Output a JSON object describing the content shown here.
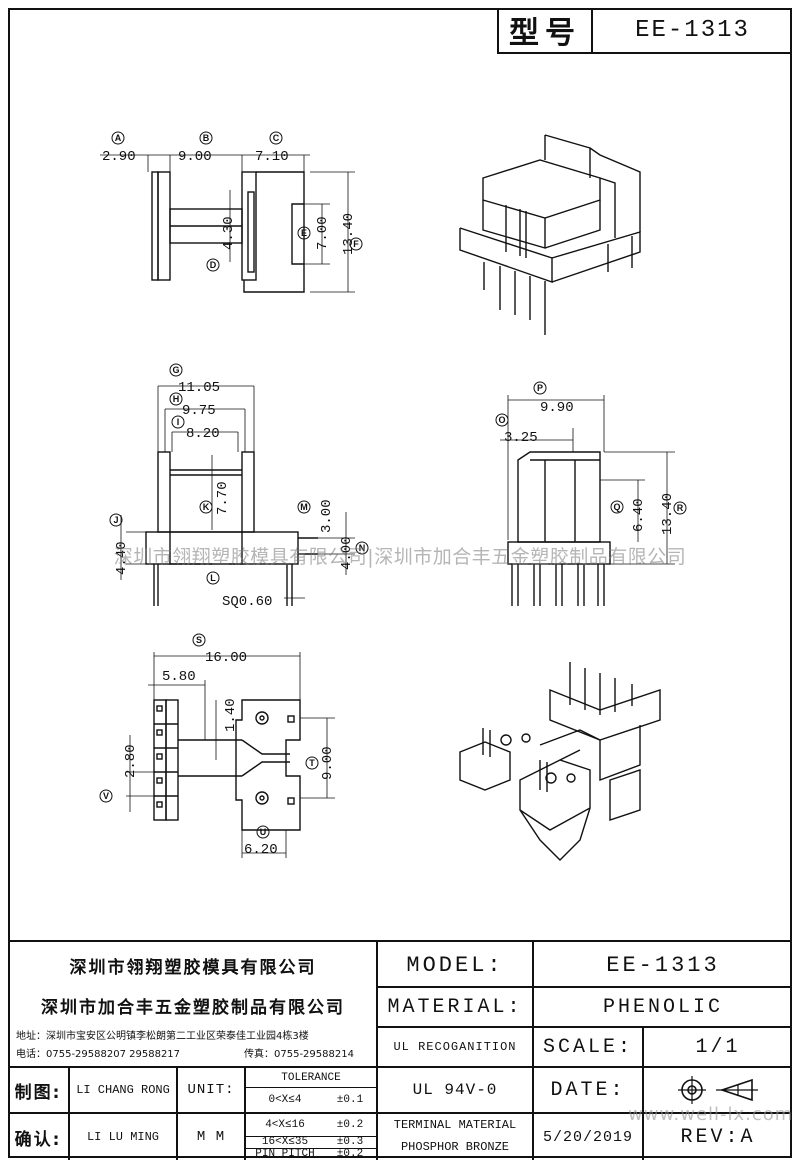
{
  "header": {
    "label": "型号",
    "model": "EE-1313"
  },
  "dimensions": {
    "a": "2.90",
    "b": "9.00",
    "c": "7.10",
    "d_val": "4.30",
    "e_val": "7.00",
    "f_val": "13.40",
    "g": "11.05",
    "h": "9.75",
    "i": "8.20",
    "k_val": "7.70",
    "m_val": "3.00",
    "n_val": "4.00",
    "j_val": "4.40",
    "l_val": "SQ0.60",
    "p": "9.90",
    "o": "3.25",
    "q_val": "6.40",
    "r_val": "13.40",
    "s": "16.00",
    "s2": "5.80",
    "s3": "1.40",
    "v_val": "2.80",
    "t_val": "9.00",
    "u_val": "6.20"
  },
  "circle_labels": {
    "A": "A",
    "B": "B",
    "C": "C",
    "D": "D",
    "E": "E",
    "F": "F",
    "G": "G",
    "H": "H",
    "I": "I",
    "J": "J",
    "K": "K",
    "L": "L",
    "M": "M",
    "N": "N",
    "O": "O",
    "P": "P",
    "Q": "Q",
    "R": "R",
    "S": "S",
    "T": "T",
    "U": "U",
    "V": "V"
  },
  "watermark": {
    "text": "深圳市翎翔塑胶模具有限公司|深圳市加合丰五金塑胶制品有限公司",
    "site": "www.well-lx.com"
  },
  "title_block": {
    "company1": "深圳市翎翔塑胶模具有限公司",
    "company2": "深圳市加合丰五金塑胶制品有限公司",
    "address": "地址：深圳市宝安区公明镇李松朗第二工业区荣泰佳工业园4栋3楼",
    "phone": "电话：0755-29588207  29588217",
    "fax": "传真：0755-29588214",
    "model_label": "MODEL:",
    "model_value": "EE-1313",
    "material_label": "MATERIAL:",
    "material_value": "PHENOLIC",
    "ul_label": "UL RECOGANITION",
    "ul_value": "UL 94V-0",
    "scale_label": "SCALE:",
    "scale_value": "1/1",
    "date_label": "DATE:",
    "date_value": "5/20/2019",
    "rev_label": "REV:A",
    "terminal_label1": "TERMINAL MATERIAL",
    "terminal_label2": "PHOSPHOR  BRONZE",
    "drawn_label": "制图:",
    "drawn_name": "LI CHANG RONG",
    "checked_label": "确认:",
    "checked_name": "LI LU MING",
    "unit_label": "UNIT:",
    "unit_value": "M M",
    "tolerance_title": "TOLERANCE",
    "tol1_range": "0<X≤4",
    "tol1_val": "±0.1",
    "tol2_range": "4<X≤16",
    "tol2_val": "±0.2",
    "tol3_range": "16<X≤35",
    "tol3_val": "±0.3",
    "tol4_range": "PIN PITCH",
    "tol4_val": "±0.2"
  }
}
